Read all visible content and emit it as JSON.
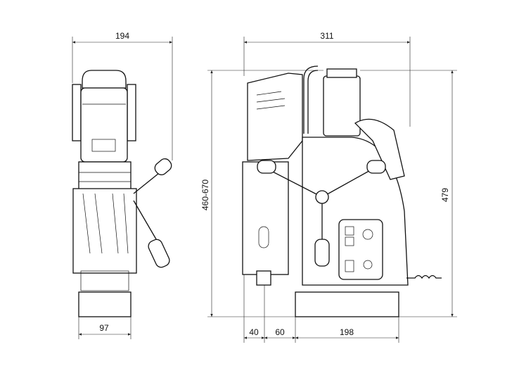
{
  "dimensions": {
    "overall_width_front": "194",
    "overall_width_side": "311",
    "height_range": "460-670",
    "overall_height": "479",
    "base_width_front": "97",
    "offset_a": "40",
    "offset_b": "60",
    "base_length": "198"
  }
}
